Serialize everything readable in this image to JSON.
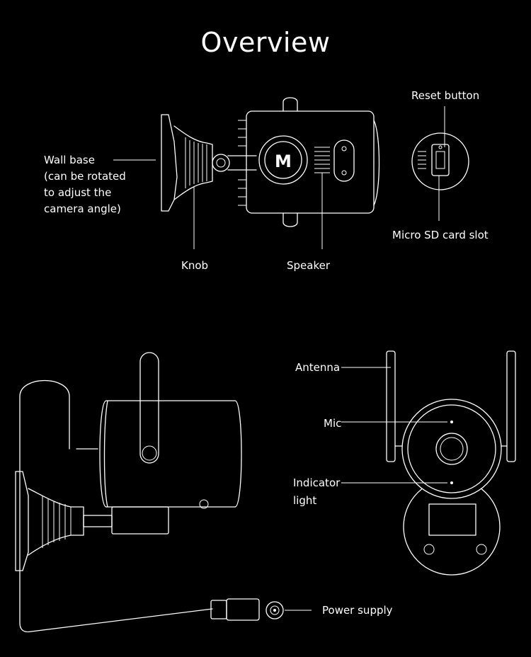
{
  "title": "Overview",
  "labels": {
    "wall_base": [
      "Wall base",
      "(can be rotated",
      "to adjust the",
      "camera angle)"
    ],
    "knob": "Knob",
    "speaker": "Speaker",
    "reset_button": "Reset button",
    "micro_sd": "Micro SD card slot",
    "antenna": "Antenna",
    "mic": "Mic",
    "indicator_light": [
      "Indicator",
      "light"
    ],
    "power_supply": "Power supply"
  },
  "logo_letter": "M",
  "colors": {
    "background": "#000000",
    "line": "#ffffff"
  }
}
